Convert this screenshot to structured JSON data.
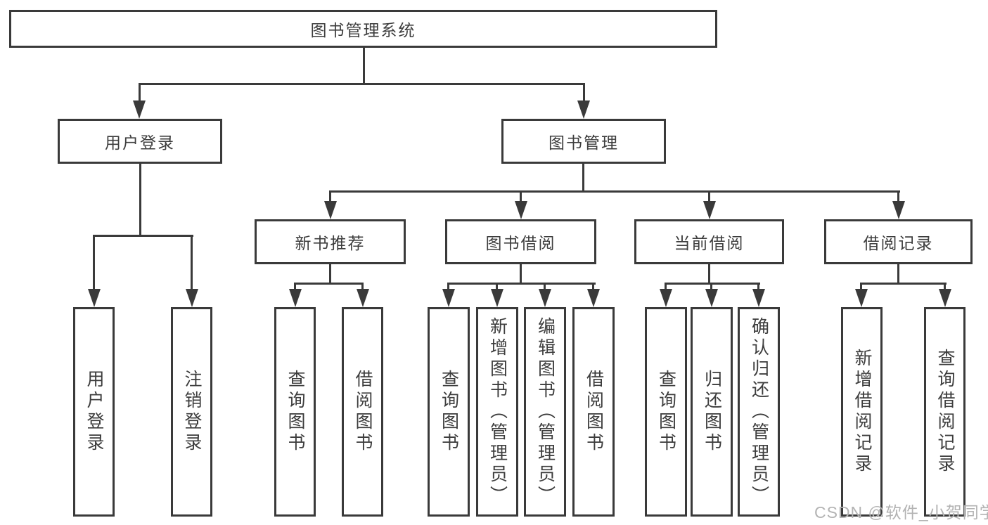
{
  "diagram": {
    "type": "tree",
    "root": {
      "label": "图书管理系统"
    },
    "branches": [
      {
        "label": "用户登录",
        "children": [
          "用户登录",
          "注销登录"
        ]
      },
      {
        "label": "图书管理",
        "children": [
          {
            "label": "新书推荐",
            "children": [
              "查询图书",
              "借阅图书"
            ]
          },
          {
            "label": "图书借阅",
            "children": [
              "查询图书",
              "新增图书（管理员）",
              "编辑图书（管理员）",
              "借阅图书"
            ]
          },
          {
            "label": "当前借阅",
            "children": [
              "查询图书",
              "归还图书",
              "确认归还（管理员）"
            ]
          },
          {
            "label": "借阅记录",
            "children": [
              "新增借阅记录",
              "查询借阅记录"
            ]
          }
        ]
      }
    ]
  },
  "watermark": {
    "text": "CSDN @软件_小贺同学"
  },
  "colors": {
    "line": "#3a3a3a",
    "text": "#3d3d3d",
    "background": "#ffffff",
    "watermark": "#b3b3b3"
  }
}
